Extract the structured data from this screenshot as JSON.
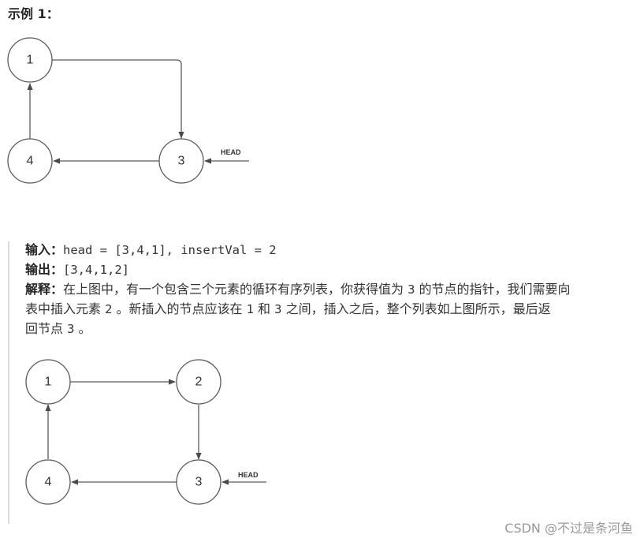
{
  "example": {
    "title": "示例 1："
  },
  "diagram1": {
    "nodes": [
      "1",
      "3",
      "4"
    ],
    "head_label": "HEAD"
  },
  "input": {
    "label": "输入：",
    "value": "head = [3,4,1], insertVal = 2"
  },
  "output": {
    "label": "输出：",
    "value": "[3,4,1,2]"
  },
  "explanation": {
    "label": "解释：",
    "l1_a": "在上图中，有一个包含三个元素的循环有序列表，你获得值为 ",
    "l1_code": "3",
    "l1_b": " 的节点的指针，我们需要向",
    "l2_a": "表中插入元素 ",
    "l2_code1": "2",
    "l2_b": " 。新插入的节点应该在 ",
    "l2_code2": "1",
    "l2_c": " 和 ",
    "l2_code3": "3",
    "l2_d": " 之间，插入之后，整个列表如上图所示，最后返",
    "l3_a": "回节点 ",
    "l3_code": "3",
    "l3_b": " 。"
  },
  "diagram2": {
    "nodes": [
      "1",
      "2",
      "3",
      "4"
    ],
    "head_label": "HEAD"
  },
  "watermark": "CSDN @不过是条河鱼"
}
